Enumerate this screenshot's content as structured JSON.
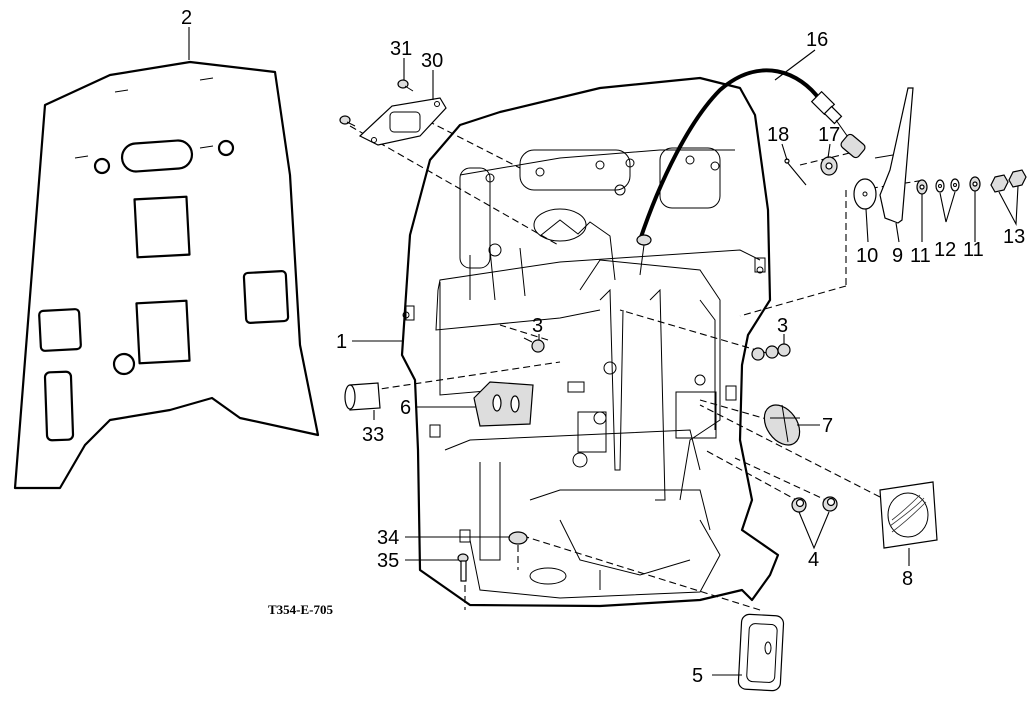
{
  "diagram": {
    "type": "exploded-parts-view",
    "figure_code": "T354-E-705",
    "callouts": [
      {
        "id": "c1",
        "label": "1"
      },
      {
        "id": "c2",
        "label": "2"
      },
      {
        "id": "c3a",
        "label": "3"
      },
      {
        "id": "c3b",
        "label": "3"
      },
      {
        "id": "c4",
        "label": "4"
      },
      {
        "id": "c5",
        "label": "5"
      },
      {
        "id": "c6",
        "label": "6"
      },
      {
        "id": "c7",
        "label": "7"
      },
      {
        "id": "c8",
        "label": "8"
      },
      {
        "id": "c9",
        "label": "9"
      },
      {
        "id": "c10",
        "label": "10"
      },
      {
        "id": "c11a",
        "label": "11"
      },
      {
        "id": "c11b",
        "label": "11"
      },
      {
        "id": "c12",
        "label": "12"
      },
      {
        "id": "c13",
        "label": "13"
      },
      {
        "id": "c16",
        "label": "16"
      },
      {
        "id": "c17",
        "label": "17"
      },
      {
        "id": "c18",
        "label": "18"
      },
      {
        "id": "c30",
        "label": "30"
      },
      {
        "id": "c31",
        "label": "31"
      },
      {
        "id": "c33",
        "label": "33"
      },
      {
        "id": "c34",
        "label": "34"
      },
      {
        "id": "c35",
        "label": "35"
      }
    ]
  }
}
